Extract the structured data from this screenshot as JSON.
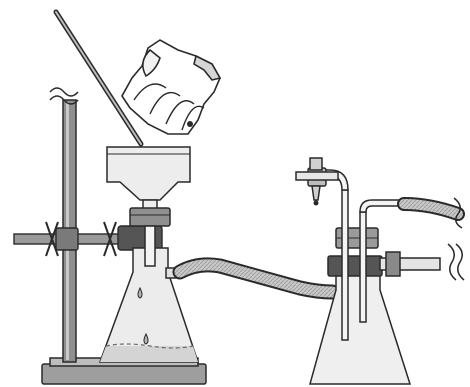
{
  "figure": {
    "subject": "vacuum-filtration-apparatus",
    "style": "line-art",
    "colors": {
      "outline": "#2a2a2a",
      "fill_light": "#e6e6e6",
      "fill_mid": "#bdbdbd",
      "fill_dark": "#8f8f8f",
      "clamp": "#555555",
      "background": "#ffffff"
    },
    "parts": [
      "ring-stand",
      "stand-clamp",
      "buchner-funnel",
      "filter-flask",
      "vacuum-tubing",
      "trap-flask",
      "stopcock",
      "glass-stirring-rod",
      "gloved-hand"
    ]
  }
}
